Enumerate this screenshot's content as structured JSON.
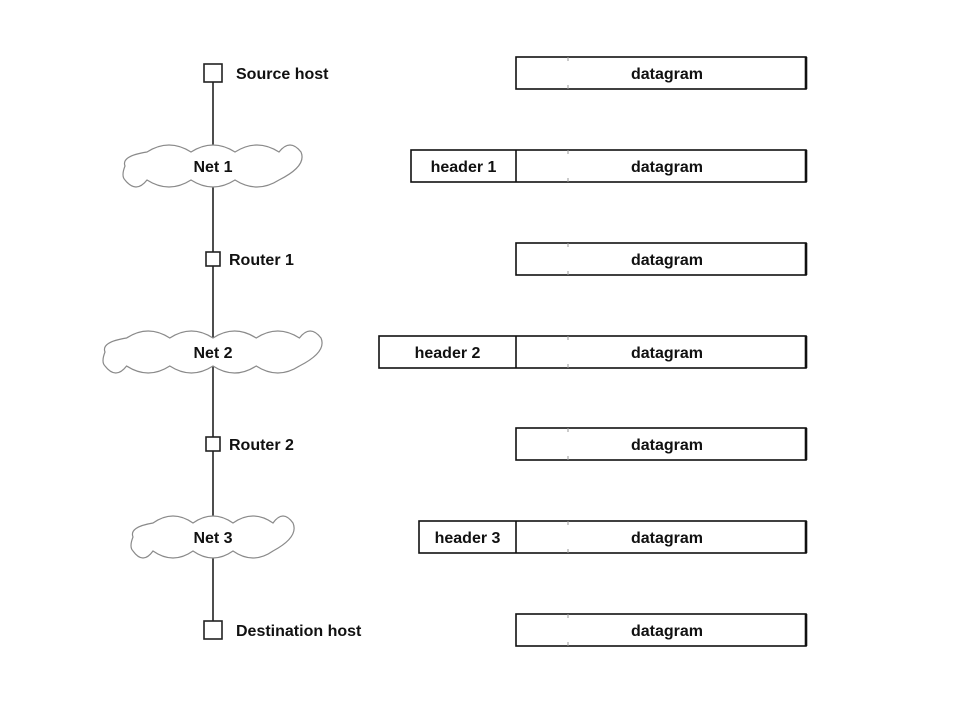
{
  "diagram": {
    "path": [
      {
        "kind": "host",
        "label": "Source host"
      },
      {
        "kind": "net",
        "label": "Net 1"
      },
      {
        "kind": "router",
        "label": "Router 1"
      },
      {
        "kind": "net",
        "label": "Net 2"
      },
      {
        "kind": "router",
        "label": "Router 2"
      },
      {
        "kind": "net",
        "label": "Net 3"
      },
      {
        "kind": "host",
        "label": "Destination host"
      }
    ],
    "frames": [
      {
        "header": "",
        "payload": "datagram"
      },
      {
        "header": "header 1",
        "payload": "datagram"
      },
      {
        "header": "",
        "payload": "datagram"
      },
      {
        "header": "header 2",
        "payload": "datagram"
      },
      {
        "header": "",
        "payload": "datagram"
      },
      {
        "header": "header 3",
        "payload": "datagram"
      },
      {
        "header": "",
        "payload": "datagram"
      }
    ],
    "colors": {
      "stroke": "#222222",
      "cloud_stroke": "#8a8a8a"
    }
  }
}
